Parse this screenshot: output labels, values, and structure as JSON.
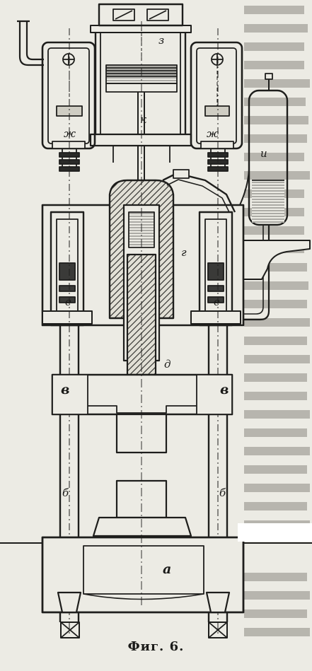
{
  "figure": {
    "caption": "Фиг. 6.",
    "labels": {
      "a": "а",
      "b_left": "б",
      "b_right": "б",
      "v_left": "в",
      "v_right": "в",
      "g": "г",
      "d": "д",
      "e_left": "е",
      "e_right": "е",
      "zh_left": "ж",
      "zh_right": "ж",
      "z": "з",
      "i": "и",
      "k": "к"
    },
    "ink_color": "#1e1e1c",
    "paper_color": "#ecebe4"
  }
}
